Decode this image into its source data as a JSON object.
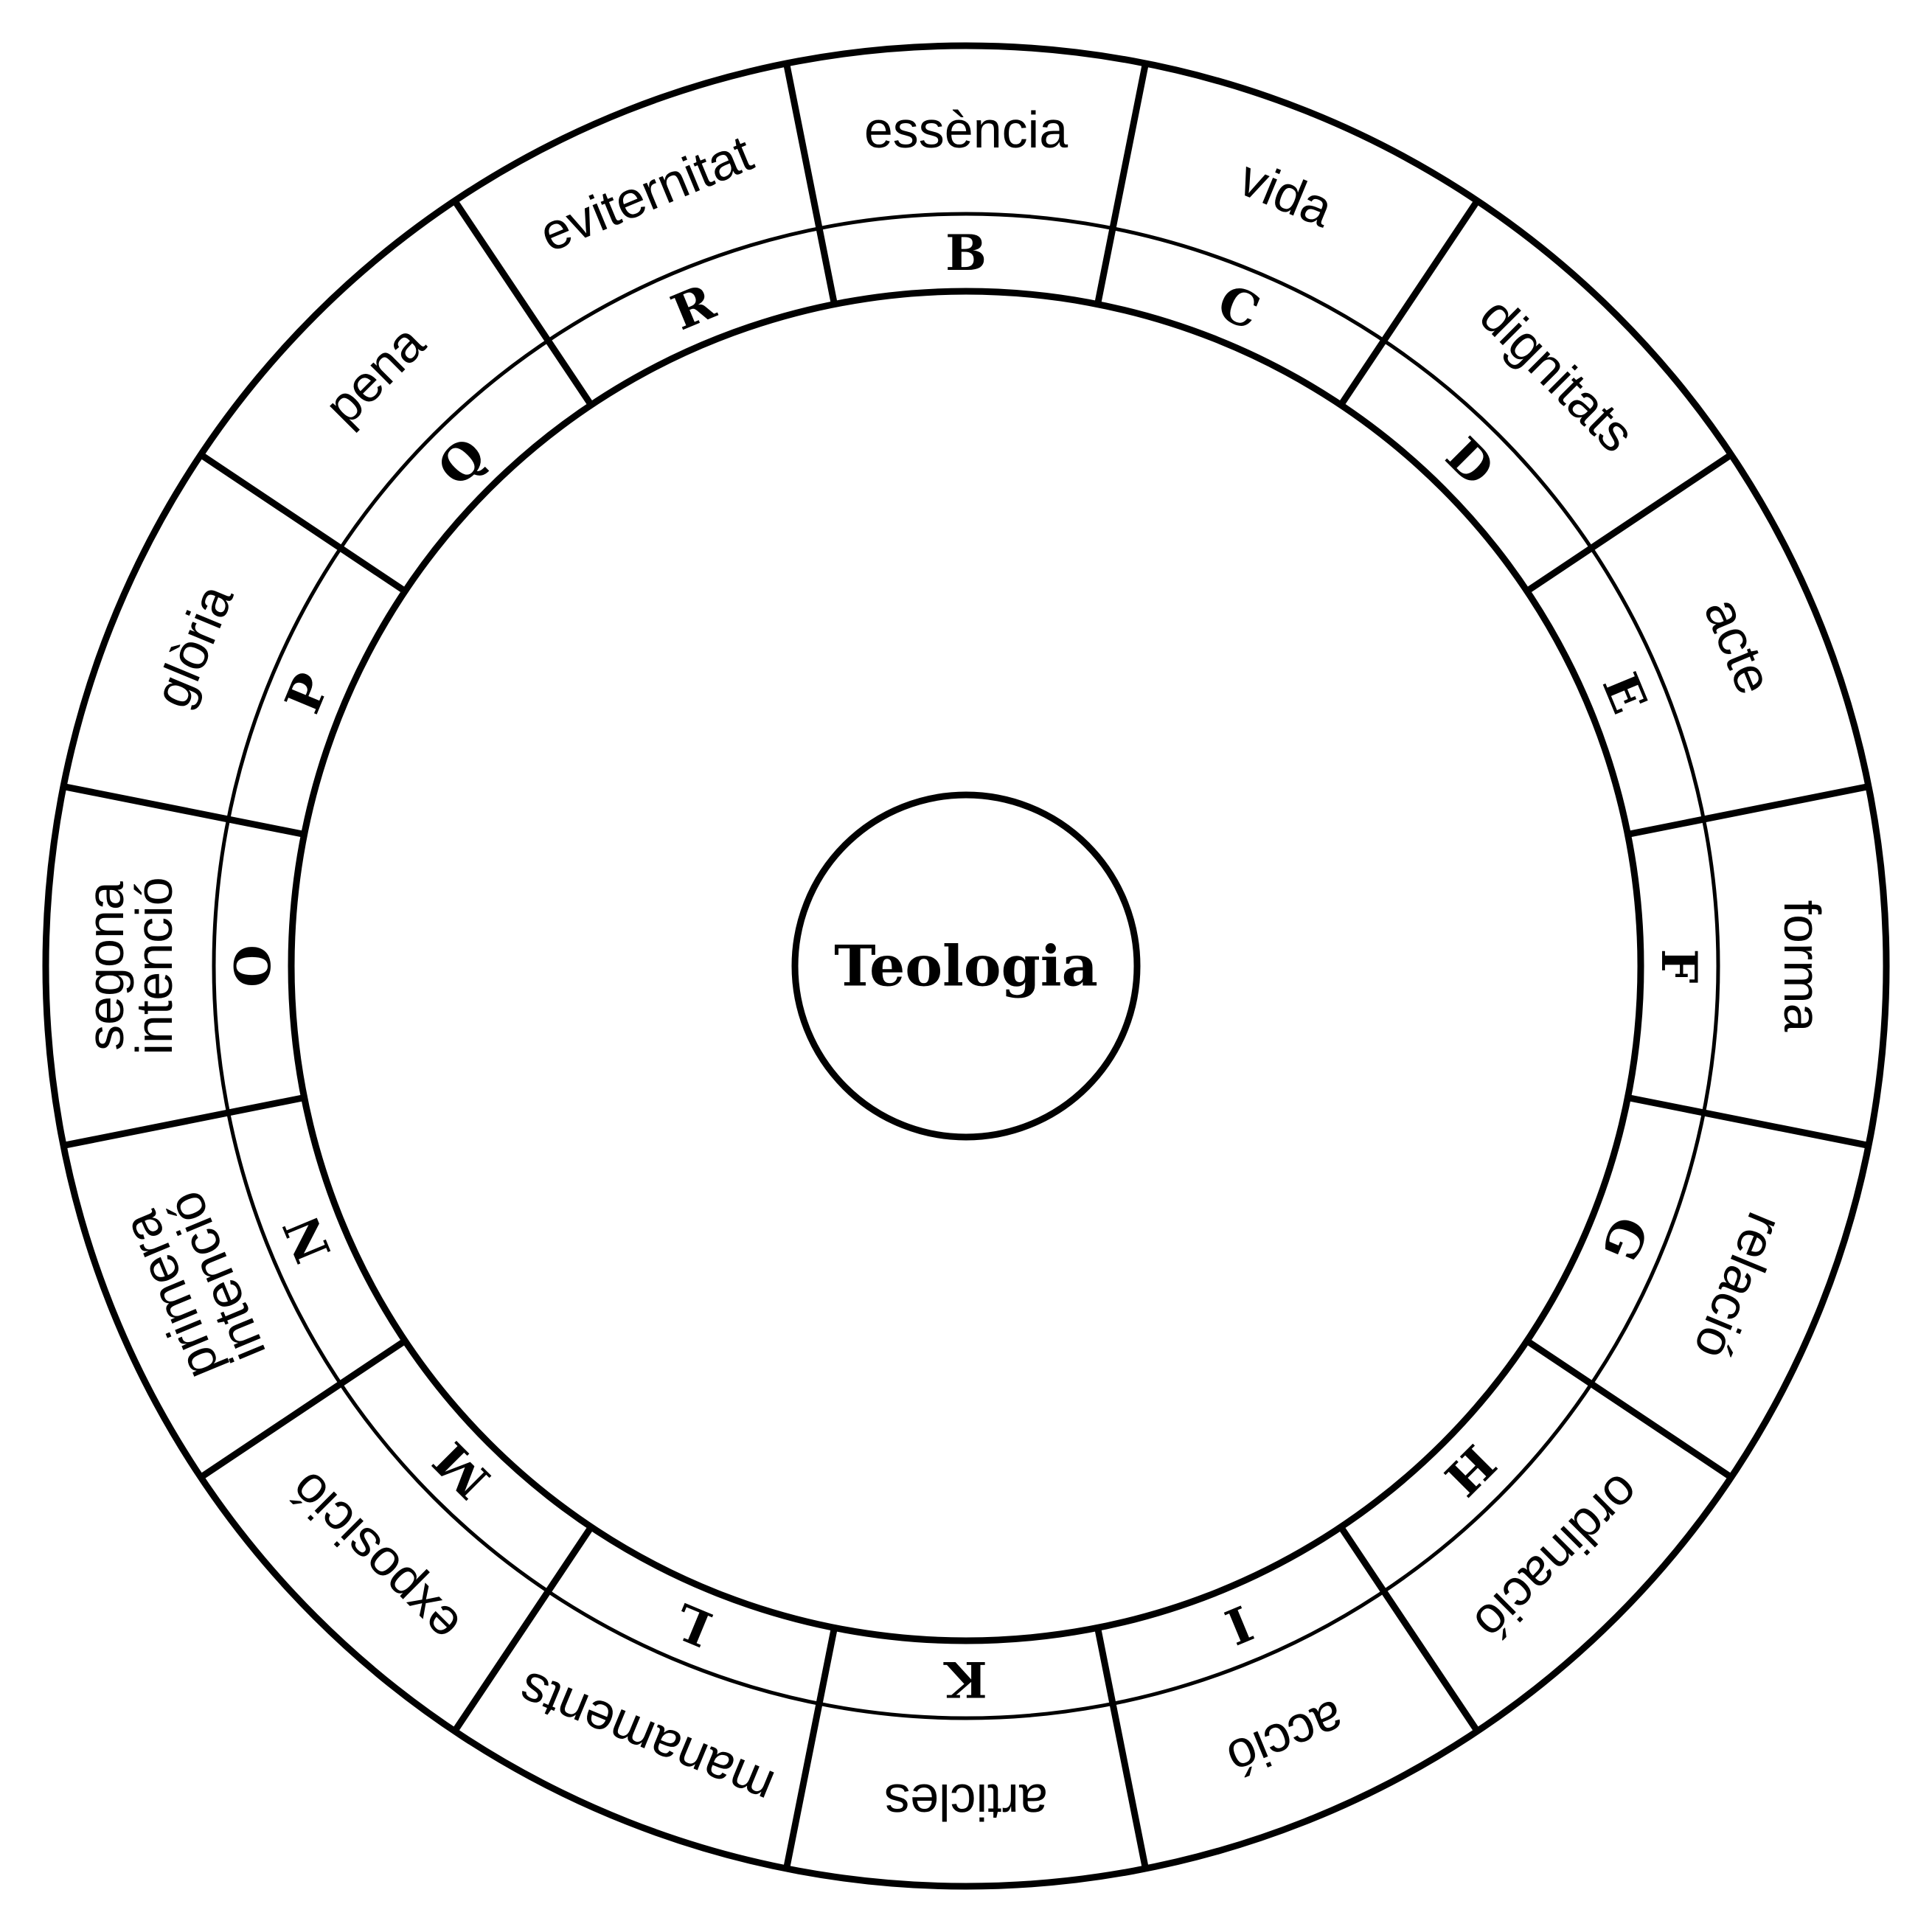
{
  "center": {
    "label": "Teologia"
  },
  "segments": [
    {
      "letter": "B",
      "lines": [
        "essència"
      ]
    },
    {
      "letter": "C",
      "lines": [
        "vida"
      ]
    },
    {
      "letter": "D",
      "lines": [
        "dignitats"
      ]
    },
    {
      "letter": "E",
      "lines": [
        "acte"
      ]
    },
    {
      "letter": "F",
      "lines": [
        "forma"
      ]
    },
    {
      "letter": "G",
      "lines": [
        "relació"
      ]
    },
    {
      "letter": "H",
      "lines": [
        "ordinació"
      ]
    },
    {
      "letter": "I",
      "lines": [
        "acció"
      ]
    },
    {
      "letter": "K",
      "lines": [
        "articles"
      ]
    },
    {
      "letter": "L",
      "lines": [
        "manaments"
      ]
    },
    {
      "letter": "M",
      "lines": [
        "exposició"
      ]
    },
    {
      "letter": "N",
      "lines": [
        "primera",
        "intenció"
      ]
    },
    {
      "letter": "O",
      "lines": [
        "segona",
        "intenció"
      ]
    },
    {
      "letter": "P",
      "lines": [
        "glòria"
      ]
    },
    {
      "letter": "Q",
      "lines": [
        "pena"
      ]
    },
    {
      "letter": "R",
      "lines": [
        "eviternitat"
      ]
    }
  ]
}
